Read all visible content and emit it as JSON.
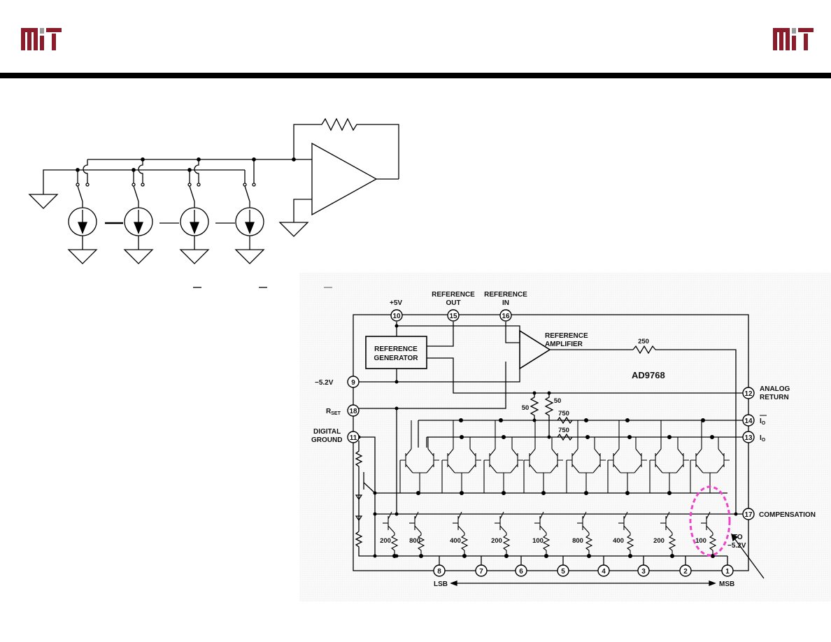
{
  "header": {
    "logo_left": "mit-logo",
    "logo_right": "mit-logo"
  },
  "colors": {
    "rule": "#000000",
    "logo": "#8a1c2b",
    "logo_gray": "#9a9a9a",
    "highlight": "#ee44cc"
  },
  "chip": {
    "part": "AD9768",
    "pins": {
      "p10": "10",
      "p15": "15",
      "p16": "16",
      "p9": "9",
      "p18": "18",
      "p11": "11",
      "p12": "12",
      "p14": "14",
      "p13": "13",
      "p17": "17",
      "p8": "8",
      "p7": "7",
      "p6": "6",
      "p5": "5",
      "p4": "4",
      "p3": "3",
      "p2": "2",
      "p1": "1"
    },
    "labels": {
      "plus5v": "+5V",
      "ref_out_1": "REFERENCE",
      "ref_out_2": "OUT",
      "ref_in_1": "REFERENCE",
      "ref_in_2": "IN",
      "ref_amp_1": "REFERENCE",
      "ref_amp_2": "AMPLIFIER",
      "ref_gen_1": "REFERENCE",
      "ref_gen_2": "GENERATOR",
      "minus52v": "−5.2V",
      "rset": "R",
      "rset_sub": "SET",
      "dig_gnd_1": "DIGITAL",
      "dig_gnd_2": "GROUND",
      "analog_ret_1": "ANALOG",
      "analog_ret_2": "RETURN",
      "io_bar": "I",
      "io": "I",
      "io_sub": "O",
      "compensation": "COMPENSATION",
      "to_1": "TO",
      "to_2": "−5.2V",
      "lsb": "LSB",
      "msb": "MSB"
    },
    "resistors": {
      "r250": "250",
      "r50a": "50",
      "r50b": "50",
      "r750a": "750",
      "r750b": "750",
      "bottom": [
        "200",
        "800",
        "400",
        "200",
        "100",
        "800",
        "400",
        "200",
        "100"
      ]
    }
  }
}
